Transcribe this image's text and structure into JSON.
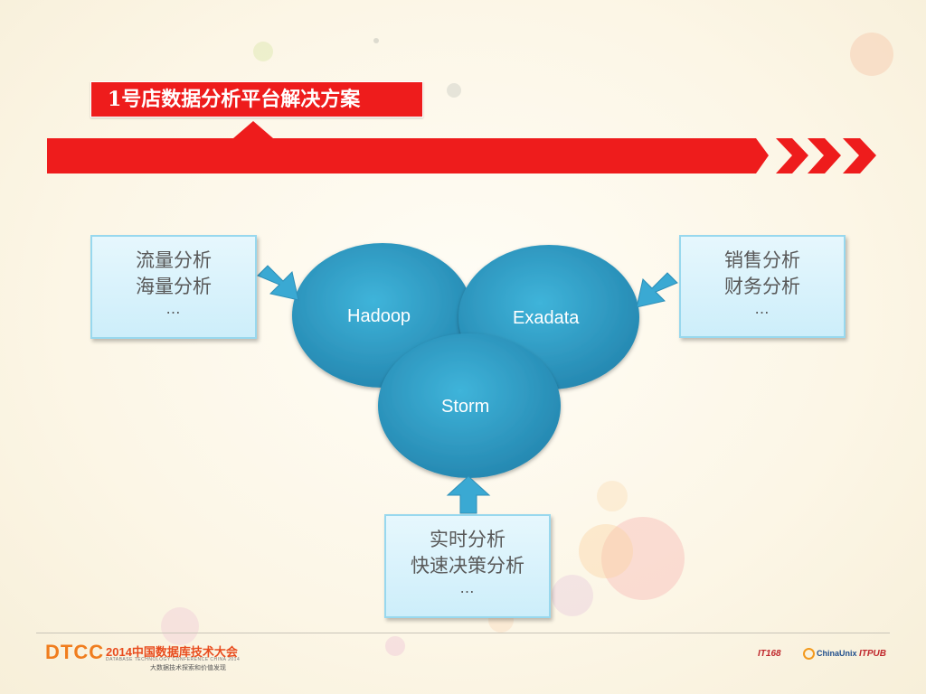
{
  "slide": {
    "title": "1号店数据分析平台解决方案"
  },
  "diagram": {
    "nodes": [
      {
        "id": "hadoop",
        "label": "Hadoop"
      },
      {
        "id": "exadata",
        "label": "Exadata"
      },
      {
        "id": "storm",
        "label": "Storm"
      }
    ],
    "boxes": {
      "left": {
        "line1": "流量分析",
        "line2": "海量分析",
        "line3": "…"
      },
      "right": {
        "line1": "销售分析",
        "line2": "财务分析",
        "line3": "…"
      },
      "bottom": {
        "line1": "实时分析",
        "line2": "快速决策分析",
        "line3": "…"
      }
    },
    "colors": {
      "circle": "#2e9ec6",
      "box_fill": "#d8f2fb",
      "box_border": "#98d8ee",
      "banner": "#ee1c1c"
    }
  },
  "footer": {
    "brand": "DTCC",
    "event": "2014中国数据库技术大会",
    "subtitle_en": "DATABASE TECHNOLOGY CONFERENCE CHINA 2014",
    "slogan": "大数据技术探索和价值发现",
    "partner_logos": [
      "IT168",
      "ChinaUnix",
      "ITPUB"
    ]
  }
}
